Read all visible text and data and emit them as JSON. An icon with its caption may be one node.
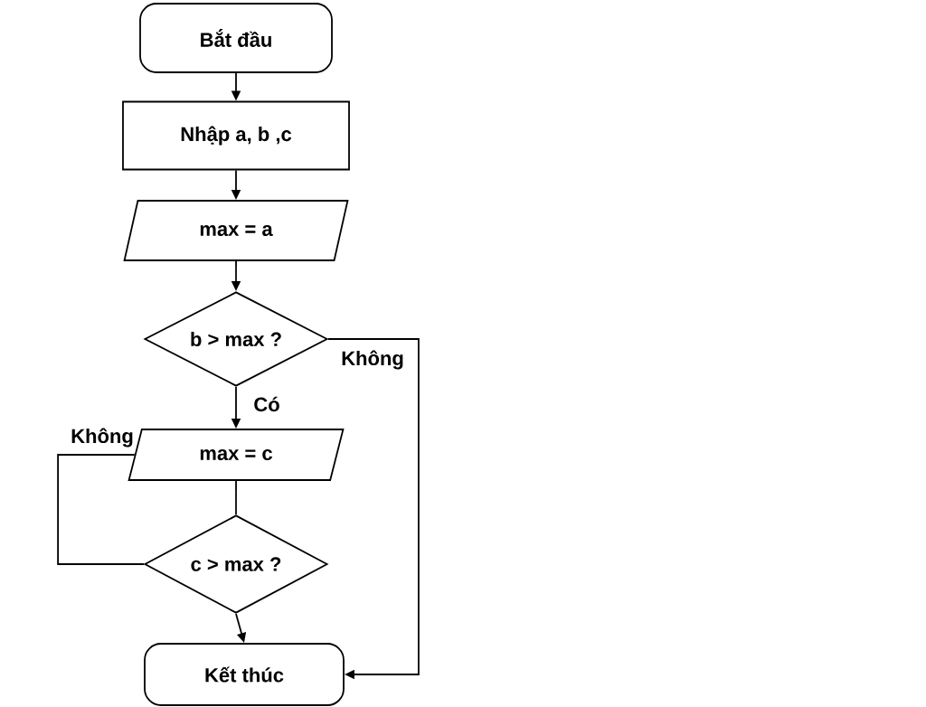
{
  "diagram": {
    "nodes": [
      {
        "text": [
          "Bắt đầu"
        ]
      },
      {
        "text": [
          "Nhập a, b ,c"
        ]
      },
      {
        "text": [
          "max = a"
        ]
      },
      {
        "text": [
          "b > max ?"
        ]
      },
      {
        "text": [
          "max = c"
        ]
      },
      {
        "text": [
          "c > max ?"
        ]
      },
      {
        "text": [
          "Kết thúc"
        ]
      }
    ],
    "edges": [
      {
        "from": 0,
        "to": 1,
        "arrow": "to"
      },
      {
        "from": 1,
        "to": 2,
        "arrow": "to"
      },
      {
        "from": 2,
        "to": 3,
        "arrow": "to"
      },
      {
        "from": 3,
        "to": 4,
        "arrow": "to",
        "label": "Có"
      },
      {
        "from": 4,
        "to": 5,
        "arrow": "none"
      },
      {
        "from": 5,
        "to": 6,
        "arrow": "to"
      },
      {
        "from": 5,
        "to": 4,
        "arrow": "none",
        "label": "Không"
      },
      {
        "from": 3,
        "to": 6,
        "arrow": "to",
        "label": "Không"
      }
    ]
  }
}
